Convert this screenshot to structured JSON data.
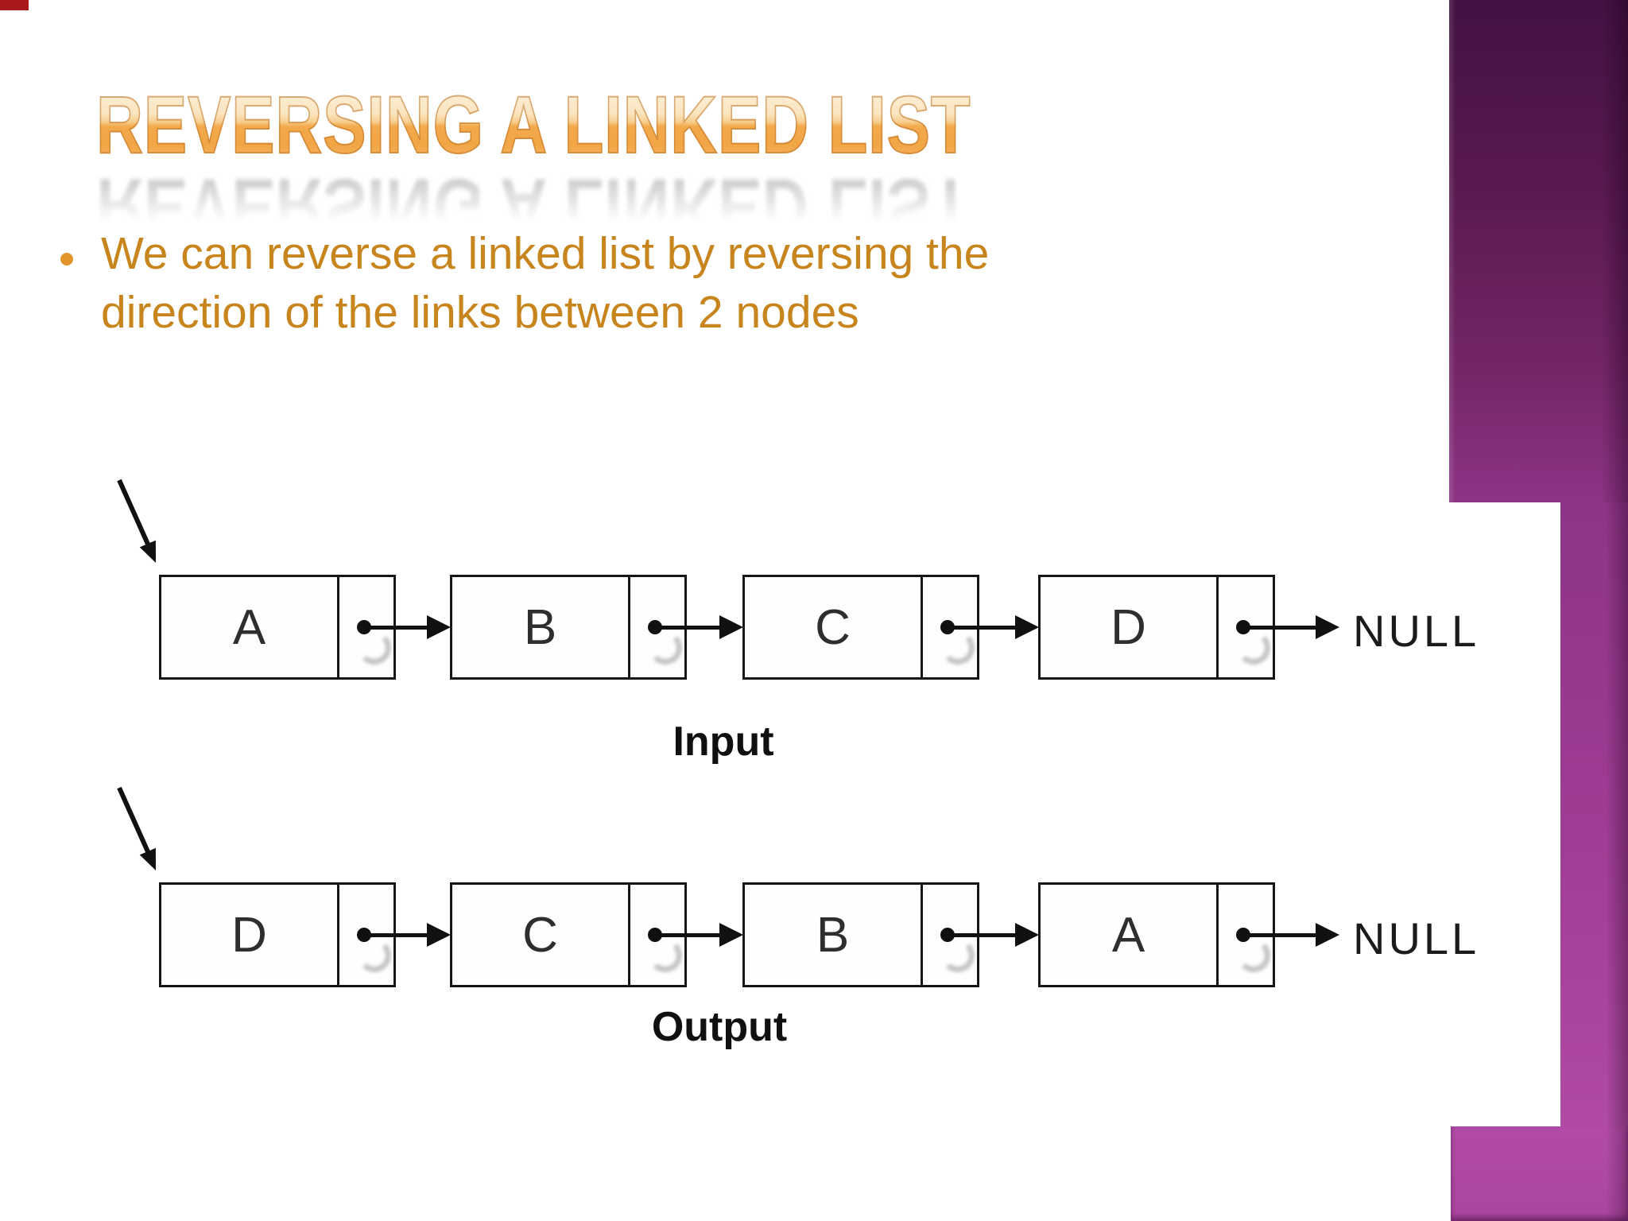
{
  "slide": {
    "title": "REVERSING A LINKED LIST",
    "bullet": {
      "lines": [
        "We can reverse a linked list by reversing the",
        "direction of the links between 2 nodes"
      ]
    }
  },
  "diagrams": {
    "input": {
      "label": "Input",
      "nodes": [
        "A",
        "B",
        "C",
        "D"
      ],
      "terminator": "NULL"
    },
    "output": {
      "label": "Output",
      "nodes": [
        "D",
        "C",
        "B",
        "A"
      ],
      "terminator": "NULL"
    }
  },
  "colors": {
    "bullet_text_orange": "#c8851d",
    "title_orange": "#f3a94b",
    "sidebar_purple_dark": "#441143",
    "sidebar_purple_light": "#b04aa4",
    "diagram_ink": "#161616"
  }
}
